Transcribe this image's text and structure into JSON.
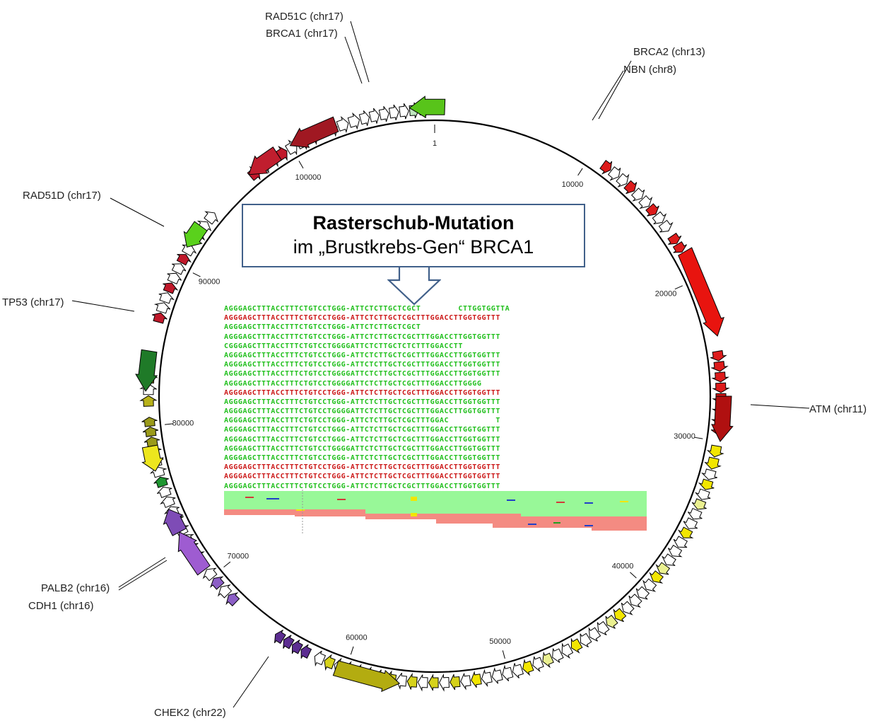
{
  "callout": {
    "title": "Rasterschub-Mutation",
    "subtitle": "im „Brustkrebs-Gen“ BRCA1"
  },
  "gene_labels": [
    {
      "id": "rad51c",
      "text": "RAD51C (chr17)"
    },
    {
      "id": "brca1",
      "text": "BRCA1 (chr17)"
    },
    {
      "id": "brca2",
      "text": "BRCA2 (chr13)"
    },
    {
      "id": "nbn",
      "text": "NBN (chr8)"
    },
    {
      "id": "rad51d",
      "text": "RAD51D (chr17)"
    },
    {
      "id": "tp53",
      "text": "TP53 (chr17)"
    },
    {
      "id": "atm",
      "text": "ATM (chr11)"
    },
    {
      "id": "palb2",
      "text": "PALB2 (chr16)"
    },
    {
      "id": "cdh1",
      "text": "CDH1 (chr16)"
    },
    {
      "id": "chek2",
      "text": "CHEK2 (chr22)"
    }
  ],
  "scale_ticks": [
    "1",
    "10000",
    "20000",
    "30000",
    "40000",
    "50000",
    "60000",
    "70000",
    "80000",
    "90000",
    "100000"
  ],
  "alignment": {
    "rows": [
      {
        "seq": "AGGGAGCTTTACCTTTCTGTCCTGGG-ATTCTCTTGCTCGCT        CTTGGTGGTTA",
        "color": "green"
      },
      {
        "seq": "AGGGAGCTTTACCTTTCTGTCCTGGG-ATTCTCTTGCTCGCTTTGGACCTTGGTGGTTT",
        "color": "red"
      },
      {
        "seq": "AGGGAGCTTTACCTTTCTGTCCTGGG-ATTCTCTTGCTCGCT",
        "color": "green"
      },
      {
        "seq": "AGGGAGCTTTACCTTTCTGTCCTGGG-ATTCTCTTGCTCGCTTTGGACCTTGGTGGTTT",
        "color": "green"
      },
      {
        "seq": "CGGGAGCTTTACCTTTCTGTCCTGGGGATTCTCTTGCTCTCTTTGGACCTT",
        "color": "green"
      },
      {
        "seq": "AGGGAGCTTTACCTTTCTGTCCTGGG-ATTCTCTTGCTCGCTTTGGACCTTGGTGGTTT",
        "color": "green"
      },
      {
        "seq": "AGGGAGCTTTACCTTTCTGTCCTGGG-ATTCTCTTGCTCGCTTTGGACCTTGGTGGTTT",
        "color": "green"
      },
      {
        "seq": "AGGGAGCTTTACCTTTCTGTCCTGGGGATTCTCTTGCTCGCTTTGGACCTTGGTGGTTT",
        "color": "green"
      },
      {
        "seq": "AGGGAGCTTTACCTTTCTGTCCTGGGGATTCTCTTGCTCGCTTTGGACCTTGGGG",
        "color": "green"
      },
      {
        "seq": "AGGGAGCTTTACCTTTCTGTCCTGGG-ATTCTCTTGCTCGCTTTGGACCTTGGTGGTTT",
        "color": "red"
      },
      {
        "seq": "AGGGAGCTTTACCTTTCTGTCCTGGG-ATTCTCTTGCTCGCTTTGGACCTTGGTGGTTT",
        "color": "green"
      },
      {
        "seq": "AGGGAGCTTTACCTTTCTGTCCTGGGGATTCTCTTGCTCGCTTTGGACCTTGGTGGTTT",
        "color": "green"
      },
      {
        "seq": "AGGGAGCTTTACCTTTCTGTCCTGGG-ATTCTCTTGCTCGCTTTGGAC          T",
        "color": "green"
      },
      {
        "seq": "AGGGAGCTTTACCTTTCTGTCCTGGG-ATTCTCTTGCTCGCTTTGGACCTTGGTGGTTT",
        "color": "green"
      },
      {
        "seq": "AGGGAGCTTTACCTTTCTGTCCTGGG-ATTCTCTTGCTCGCTTTGGACCTTGGTGGTTT",
        "color": "green"
      },
      {
        "seq": "AGGGAGCTTTACCTTTCTGTCCTGGGGATTCTCTTGCTCGCTTTGGACCTTGGTGGTTT",
        "color": "green"
      },
      {
        "seq": "AGGGAGCTTTACCTTTCTGTCCTGGG-ATTCTCTTGCTCGCTTTGGACCTTGGTGGTTT",
        "color": "green"
      },
      {
        "seq": "AGGGAGCTTTACCTTTCTGTCCTGGG-ATTCTCTTGCTCGCTTTGGACCTTGGTGGTTT",
        "color": "red"
      },
      {
        "seq": "AGGGAGCTTTACCTTTCTGTCCTGGG-ATTCTCTTGCTCGCTTTGGACCTTGGTGGTTT",
        "color": "red"
      },
      {
        "seq": "AGGGAGCTTTACCTTTCTGTCCTGGG-ATTCTCTTGCTCGCTTTGGACCTTGGTGGTTT",
        "color": "green"
      }
    ]
  },
  "colors": {
    "forward_read": "#22c01e",
    "reverse_read": "#cc1a1a",
    "coverage_forward": "#98f898",
    "coverage_reverse": "#f48b82",
    "callout_border": "#41608a"
  }
}
